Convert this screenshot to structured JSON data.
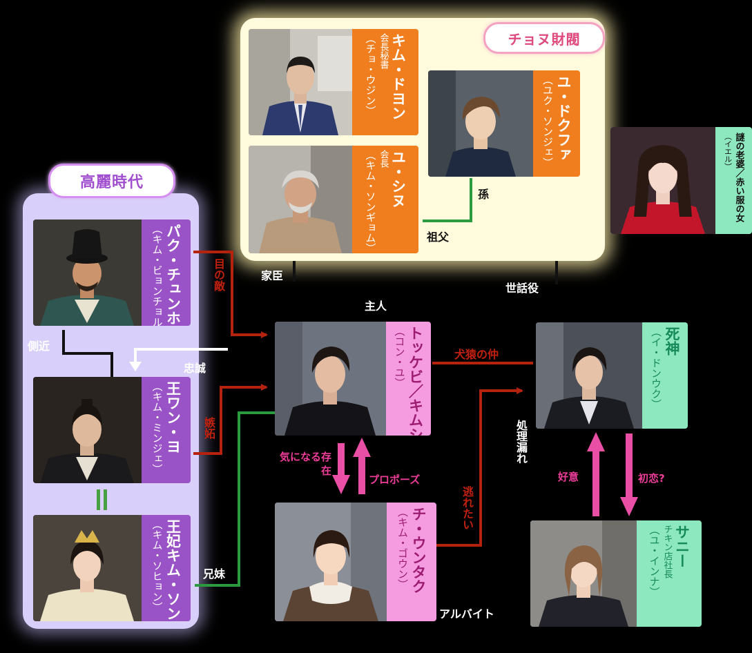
{
  "groups": {
    "chaebol": {
      "tag": "チョヌ財閥"
    },
    "goryeo": {
      "tag": "高麗時代"
    }
  },
  "characters": {
    "kim_doyon": {
      "name": "キム・ドヨン",
      "role": "会長秘書",
      "actor": "（チョ・ウジン）"
    },
    "yu_dokfa": {
      "name": "ユ・ドクファ",
      "role": "",
      "actor": "（ユク・ソンジェ）"
    },
    "yu_shinu": {
      "name": "ユ・シヌ",
      "role": "会長",
      "actor": "（キム・ソンギョム）"
    },
    "mystery": {
      "name": "謎の老婆／赤い服の女",
      "role": "",
      "actor": "（イエル）"
    },
    "park": {
      "name": "パク・チュンホン",
      "role": "",
      "actor": "（キム・ビョンチョル）"
    },
    "wangyo": {
      "name": "王ワン・ヨ",
      "role": "",
      "actor": "（キム・ミンジェ）"
    },
    "queen": {
      "name": "王妃キム・ソン",
      "role": "",
      "actor": "（キム・ソヒョン）"
    },
    "tokkebi": {
      "name": "トッケビ／キムシン",
      "role": "",
      "actor": "（コン・ユ）"
    },
    "shinigami": {
      "name": "死神",
      "role": "",
      "actor": "（イ・ドンウク）"
    },
    "eunteak": {
      "name": "チ・ウンタク",
      "role": "",
      "actor": "（キム・ゴウン）"
    },
    "sunny": {
      "name": "サニー",
      "role": "チキン店社長",
      "actor": "（ユ・インナ）"
    }
  },
  "relations": {
    "grandson": "孫",
    "grandfather": "祖父",
    "retainer": "家臣",
    "caretaker": "世話役",
    "master": "主人",
    "eyesore": "目の敵",
    "aide": "側近",
    "loyalty": "忠誠",
    "jealousy": "嫉妬",
    "equal": "＝",
    "siblings": "兄妹",
    "enemies": "犬猿の仲",
    "interested": "気になる存在",
    "propose": "プロポーズ",
    "escape": "逃れたい",
    "mistake": "処理漏れ",
    "parttime": "アルバイト",
    "fondness": "好意",
    "firstlove": "初恋?"
  },
  "colors": {
    "orange": "#f07e1e",
    "purple": "#9a52c7",
    "pink": "#f59bdf",
    "mint": "#8ee8bf",
    "red_arrow": "#b5230f",
    "green_line": "#2c9a3e",
    "pink_arrow": "#ea4fa6",
    "pink_text": "#ef3d9a",
    "red_text": "#c2200e",
    "cream": "#fffbdc",
    "lavender": "#d8d0fa"
  }
}
